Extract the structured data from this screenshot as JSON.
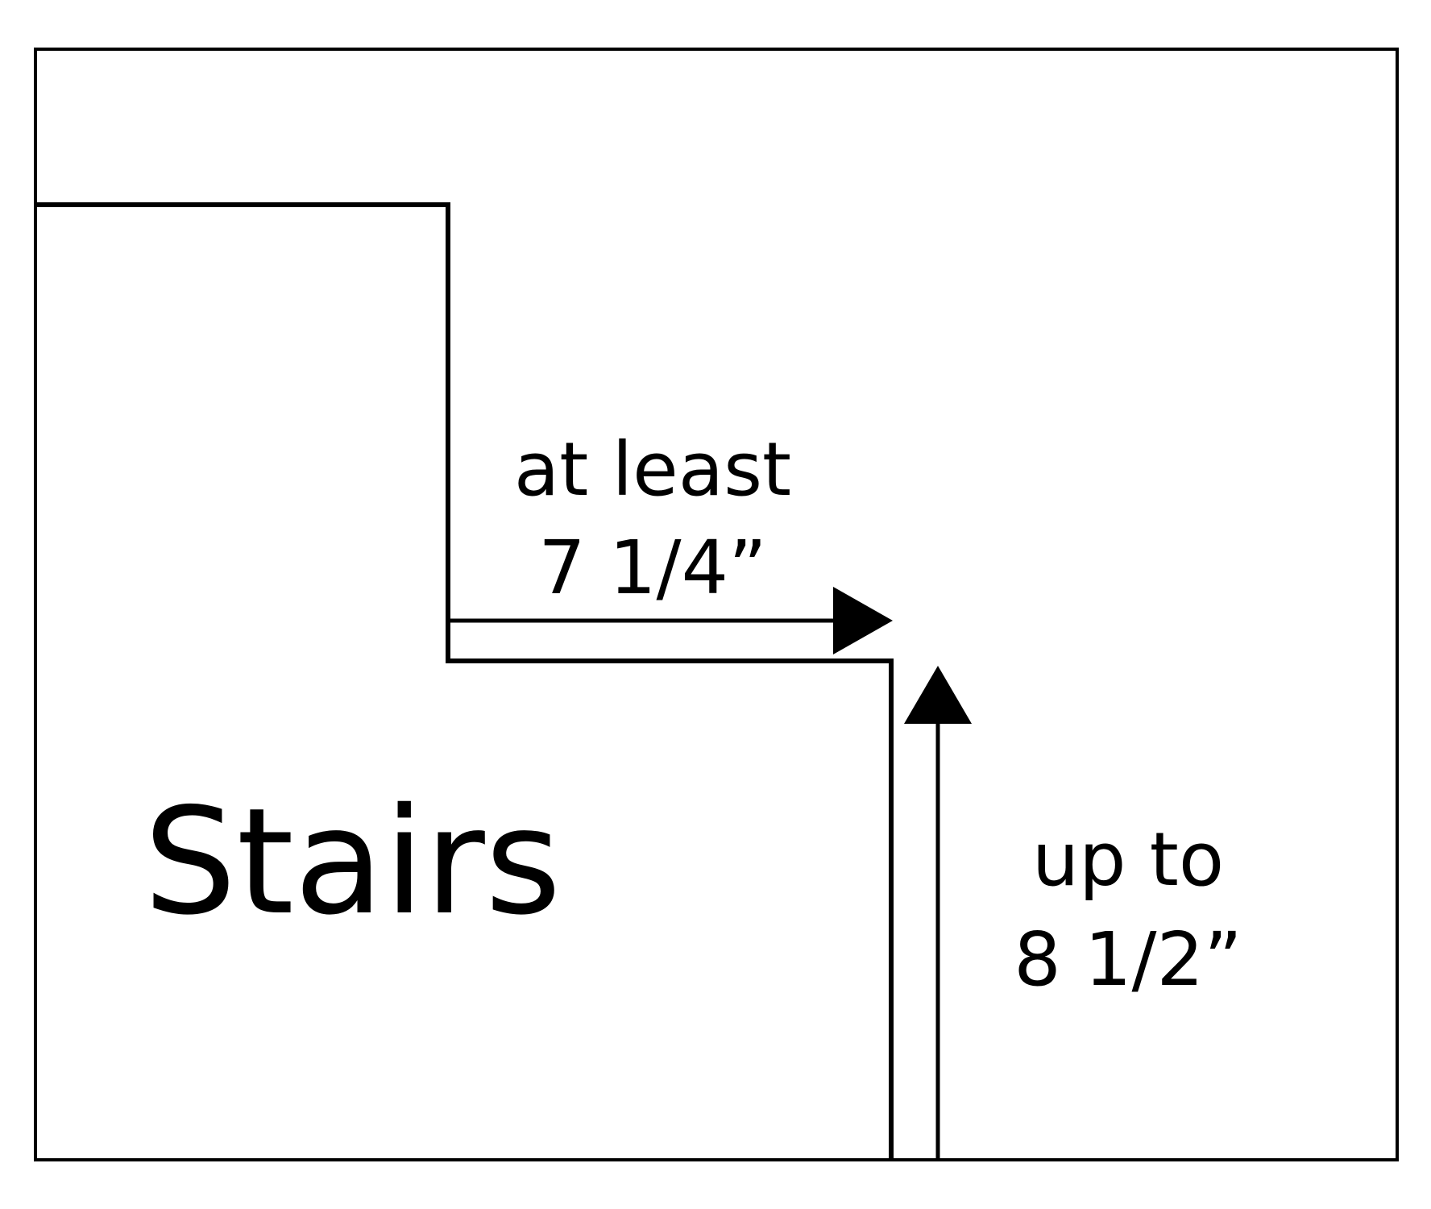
{
  "labels": {
    "stairs": "Stairs",
    "tread_line1": "at least",
    "tread_line2": "7 1/4”",
    "riser_line1": "up to",
    "riser_line2": "8 1/2”"
  },
  "colors": {
    "stroke": "#000000",
    "background": "#ffffff"
  }
}
